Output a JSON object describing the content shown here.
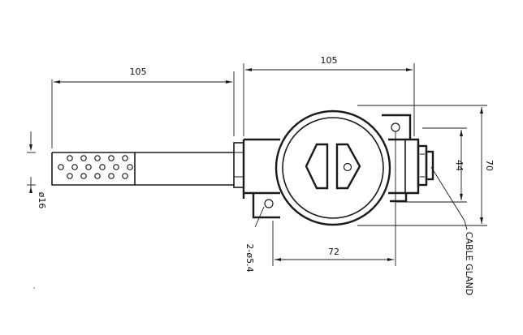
{
  "diagram": {
    "dim_top_left": "105",
    "dim_top_right": "105",
    "dim_height_outer": "70",
    "dim_height_inner": "44",
    "dim_bottom": "72",
    "dim_rod_diameter": "ø16",
    "dim_mount_holes": "2-ø5.4",
    "label_cable_gland": "CABLE GLAND"
  }
}
